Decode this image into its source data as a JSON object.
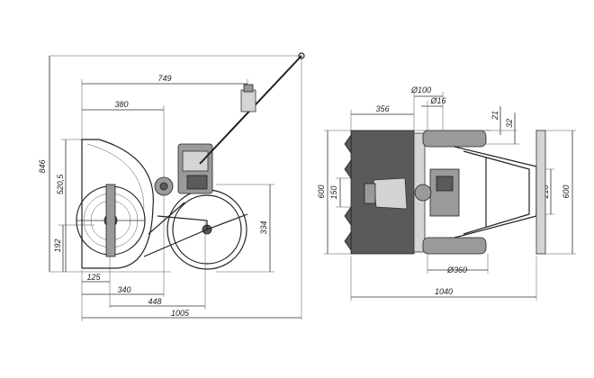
{
  "side_view": {
    "dimensions": {
      "height_total": "846",
      "height_body": "520,5",
      "height_axle": "192",
      "length_handle": "749",
      "width_top": "380",
      "wheel_height": "334",
      "offset_125": "125",
      "offset_340": "340",
      "offset_448": "448",
      "length_total": "1005"
    }
  },
  "top_view": {
    "dimensions": {
      "diam_100": "Ø100",
      "diam_16": "Ø16",
      "width_356": "356",
      "dim_21": "21",
      "dim_32": "32",
      "width_left": "600",
      "dim_150": "150",
      "dim_210": "210",
      "width_right": "600",
      "diam_360": "Ø360",
      "length_total": "1040"
    }
  }
}
